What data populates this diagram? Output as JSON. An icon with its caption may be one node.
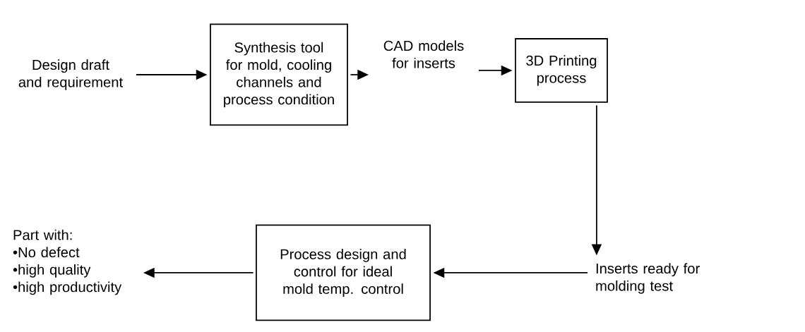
{
  "diagram": {
    "nodes": [
      {
        "text": [
          "Design draft and requirement"
        ]
      },
      {
        "text": [
          "Synthesis tool for mold, cooling channels and process condition"
        ]
      },
      {
        "text": [
          "CAD models for inserts"
        ]
      },
      {
        "text": [
          "3D Printing process"
        ]
      },
      {
        "text": [
          "Inserts ready for molding test"
        ]
      },
      {
        "text": [
          "Process design and control for ideal mold temp. control"
        ]
      },
      {
        "text": [
          "Part with:",
          "•No defect",
          "•high quality",
          "•high productivity"
        ]
      }
    ],
    "edges": [
      {
        "from": 0,
        "to": 1,
        "arrow": "to"
      },
      {
        "from": 1,
        "to": 2,
        "arrow": "to"
      },
      {
        "from": 2,
        "to": 3,
        "arrow": "to"
      },
      {
        "from": 3,
        "to": 4,
        "arrow": "to"
      },
      {
        "from": 4,
        "to": 5,
        "arrow": "to"
      },
      {
        "from": 5,
        "to": 6,
        "arrow": "to"
      }
    ]
  }
}
